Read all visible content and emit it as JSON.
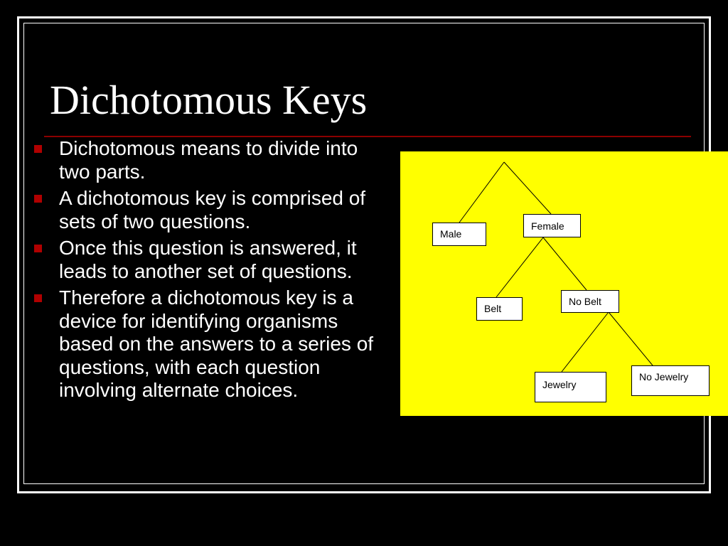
{
  "slide": {
    "title": "Dichotomous Keys",
    "bullets": [
      "Dichotomous means to divide into two parts.",
      "A dichotomous key is comprised of sets of two questions.",
      "Once this question is answered, it leads to another set of questions.",
      "Therefore a dichotomous key is a device for identifying organisms based on the answers to a series of questions, with each question involving alternate choices."
    ]
  },
  "diagram": {
    "nodes": {
      "male": "Male",
      "female": "Female",
      "belt": "Belt",
      "no_belt": "No Belt",
      "jewelry": "Jewelry",
      "no_jewelry": "No Jewelry"
    }
  },
  "colors": {
    "background": "#000000",
    "diagram_background": "#ffff00",
    "bullet": "#b00000",
    "title_rule": "#8b0000"
  }
}
